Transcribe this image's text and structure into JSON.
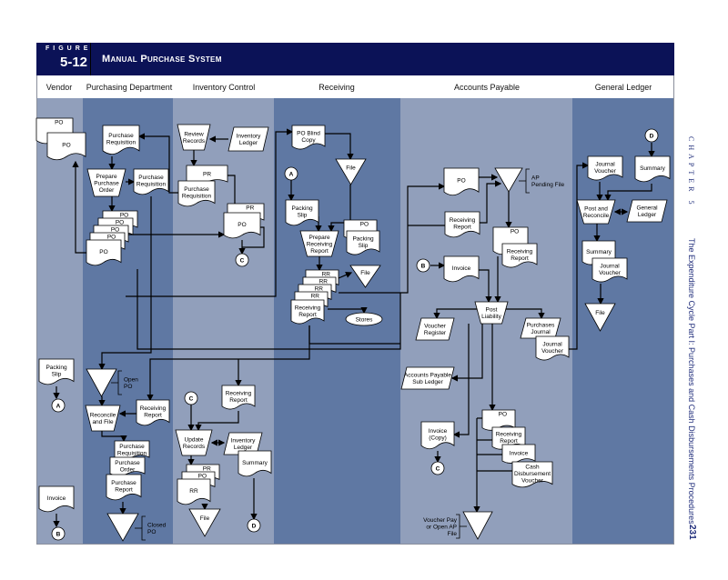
{
  "figure": {
    "word": "FIGURE",
    "number": "5-12",
    "title": "Manual Purchase System"
  },
  "columns": [
    "Vendor",
    "Purchasing Department",
    "Inventory Control",
    "Receiving",
    "Accounts Payable",
    "General Ledger"
  ],
  "side": {
    "chapter": "CHAPTER 5",
    "title": "The Expenditure Cycle Part I: Purchases and Cash Disbursements Procedures",
    "page": "231"
  },
  "colors": {
    "header": "#0b1257",
    "lane_light": "#919fbb",
    "lane_dark": "#5f78a3",
    "side_text": "#1f2c7a"
  },
  "nodes": {
    "v_po1": [
      "PO"
    ],
    "v_po2": [
      "PO"
    ],
    "v_ps": [
      "Packing",
      "Slip"
    ],
    "v_conA": [
      "A"
    ],
    "v_inv": [
      "Invoice"
    ],
    "v_conB": [
      "B"
    ],
    "p_pr1": [
      "Purchase",
      "Requisition"
    ],
    "p_ppo": [
      "Prepare",
      "Purchase",
      "Order"
    ],
    "p_pr2": [
      "Purchase",
      "Requisition"
    ],
    "p_po1": [
      "PO"
    ],
    "p_po2": [
      "PO"
    ],
    "p_po3": [
      "PO"
    ],
    "p_po4": [
      "PO"
    ],
    "p_po5": [
      "PO"
    ],
    "p_open": [
      ""
    ],
    "p_open_lbl": [
      "Open",
      "PO"
    ],
    "p_rec": [
      "Reconcile",
      "and File"
    ],
    "p_rr": [
      "Receiving",
      "Report"
    ],
    "p_s1": [
      "Purchase",
      "Requisition"
    ],
    "p_s2": [
      "Purchase",
      "Order"
    ],
    "p_s3": [
      "Purchase",
      "Report"
    ],
    "p_closed": [
      ""
    ],
    "p_closed_lbl": [
      "Closed",
      "PO"
    ],
    "i_rev": [
      "Review",
      "Records"
    ],
    "i_led": [
      "Inventory",
      "Ledger"
    ],
    "i_pr": [
      "PR"
    ],
    "i_preq": [
      "Purchase",
      "Requisition"
    ],
    "i_pr2": [
      "PR"
    ],
    "i_po": [
      "PO"
    ],
    "i_conC": [
      "C"
    ],
    "i_conC2": [
      "C"
    ],
    "i_rr": [
      "Receiving",
      "Report"
    ],
    "i_upd": [
      "Update",
      "Records"
    ],
    "i_led2": [
      "Inventory",
      "Ledger"
    ],
    "i_sum": [
      "Summary"
    ],
    "i_s1": [
      "PR"
    ],
    "i_s2": [
      "PO"
    ],
    "i_s3": [
      "RR"
    ],
    "i_file": [
      "File"
    ],
    "i_conD": [
      "D"
    ],
    "r_blind": [
      "PO Blind",
      "Copy"
    ],
    "r_file1": [
      "File"
    ],
    "r_conA": [
      "A"
    ],
    "r_ps": [
      "Packing",
      "Slip"
    ],
    "r_prep": [
      "Prepare",
      "Receiving",
      "Report"
    ],
    "r_po": [
      "PO"
    ],
    "r_ps2": [
      "Packing",
      "Slip"
    ],
    "r_file2": [
      "File"
    ],
    "r_rr1": [
      "RR"
    ],
    "r_rr2": [
      "RR"
    ],
    "r_rr3": [
      "RR"
    ],
    "r_rr4": [
      "RR"
    ],
    "r_rr5": [
      "Receiving",
      "Report"
    ],
    "r_stores": [
      "Stores"
    ],
    "a_po": [
      "PO"
    ],
    "a_pend": [
      ""
    ],
    "a_pend_lbl": [
      "AP",
      "Pending File"
    ],
    "a_rr": [
      "Receiving",
      "Report"
    ],
    "a_po2": [
      "PO"
    ],
    "a_rr2": [
      "Receiving",
      "Report"
    ],
    "a_conB": [
      "B"
    ],
    "a_inv": [
      "Invoice"
    ],
    "a_post": [
      "Post",
      "Liability"
    ],
    "a_vreg": [
      "Voucher",
      "Register"
    ],
    "a_pj": [
      "Purchases",
      "Journal"
    ],
    "a_jv": [
      "Journal",
      "Voucher"
    ],
    "a_sub": [
      "Accounts Payable",
      "Sub Ledger"
    ],
    "a_invc": [
      "Invoice",
      "(Copy)"
    ],
    "a_conC": [
      "C"
    ],
    "a_s1": [
      "PO"
    ],
    "a_s2": [
      "Receiving",
      "Report"
    ],
    "a_s3": [
      "Invoice"
    ],
    "a_s4": [
      "Cash",
      "Disbursement",
      "Voucher"
    ],
    "a_vp": [
      ""
    ],
    "a_vp_lbl": [
      "Voucher Pay",
      "or Open AP",
      "File"
    ],
    "g_conD": [
      "D"
    ],
    "g_jv": [
      "Journal",
      "Voucher"
    ],
    "g_sum": [
      "Summary"
    ],
    "g_post": [
      "Post and",
      "Reconcile"
    ],
    "g_led": [
      "General",
      "Ledger"
    ],
    "g_sum2": [
      "Summary"
    ],
    "g_jv2": [
      "Journal",
      "Voucher"
    ],
    "g_file": [
      "File"
    ]
  }
}
